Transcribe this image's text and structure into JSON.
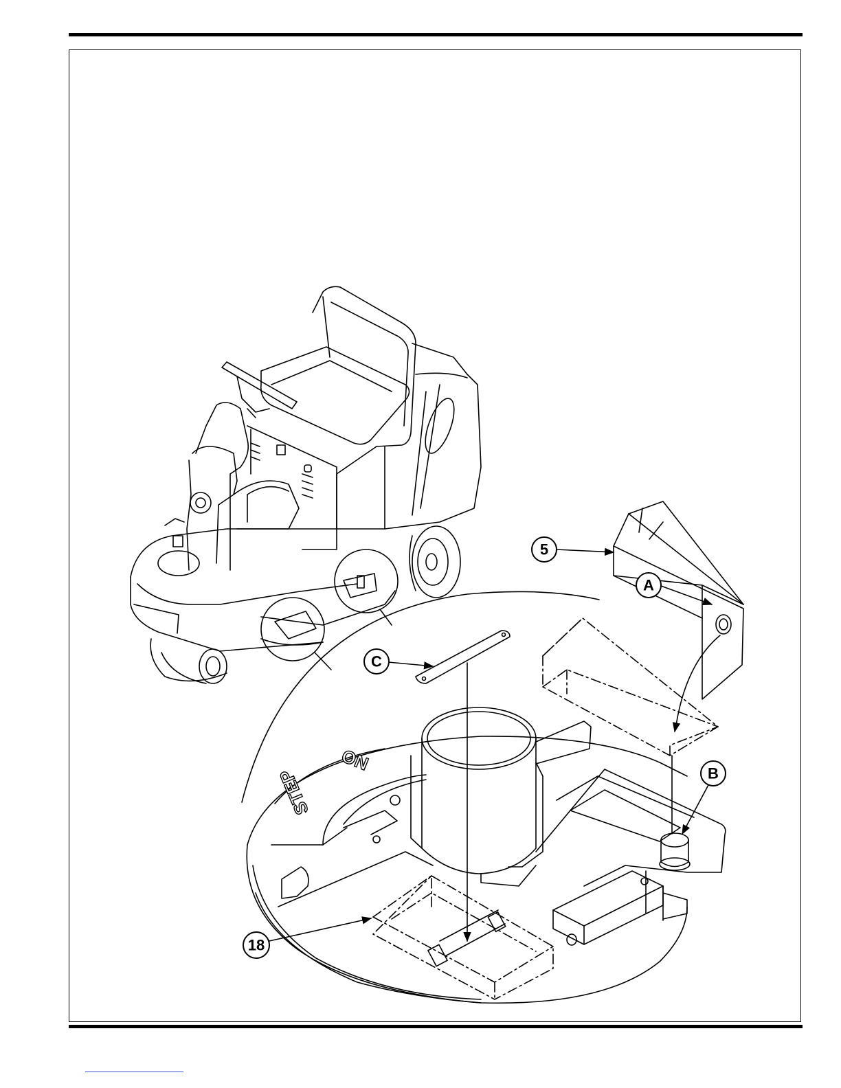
{
  "callouts": {
    "part_5": "5",
    "detail_a": "A",
    "detail_b": "B",
    "detail_c": "C",
    "part_18": "18"
  },
  "decal_text": {
    "no": "NO",
    "step": "STEP"
  }
}
